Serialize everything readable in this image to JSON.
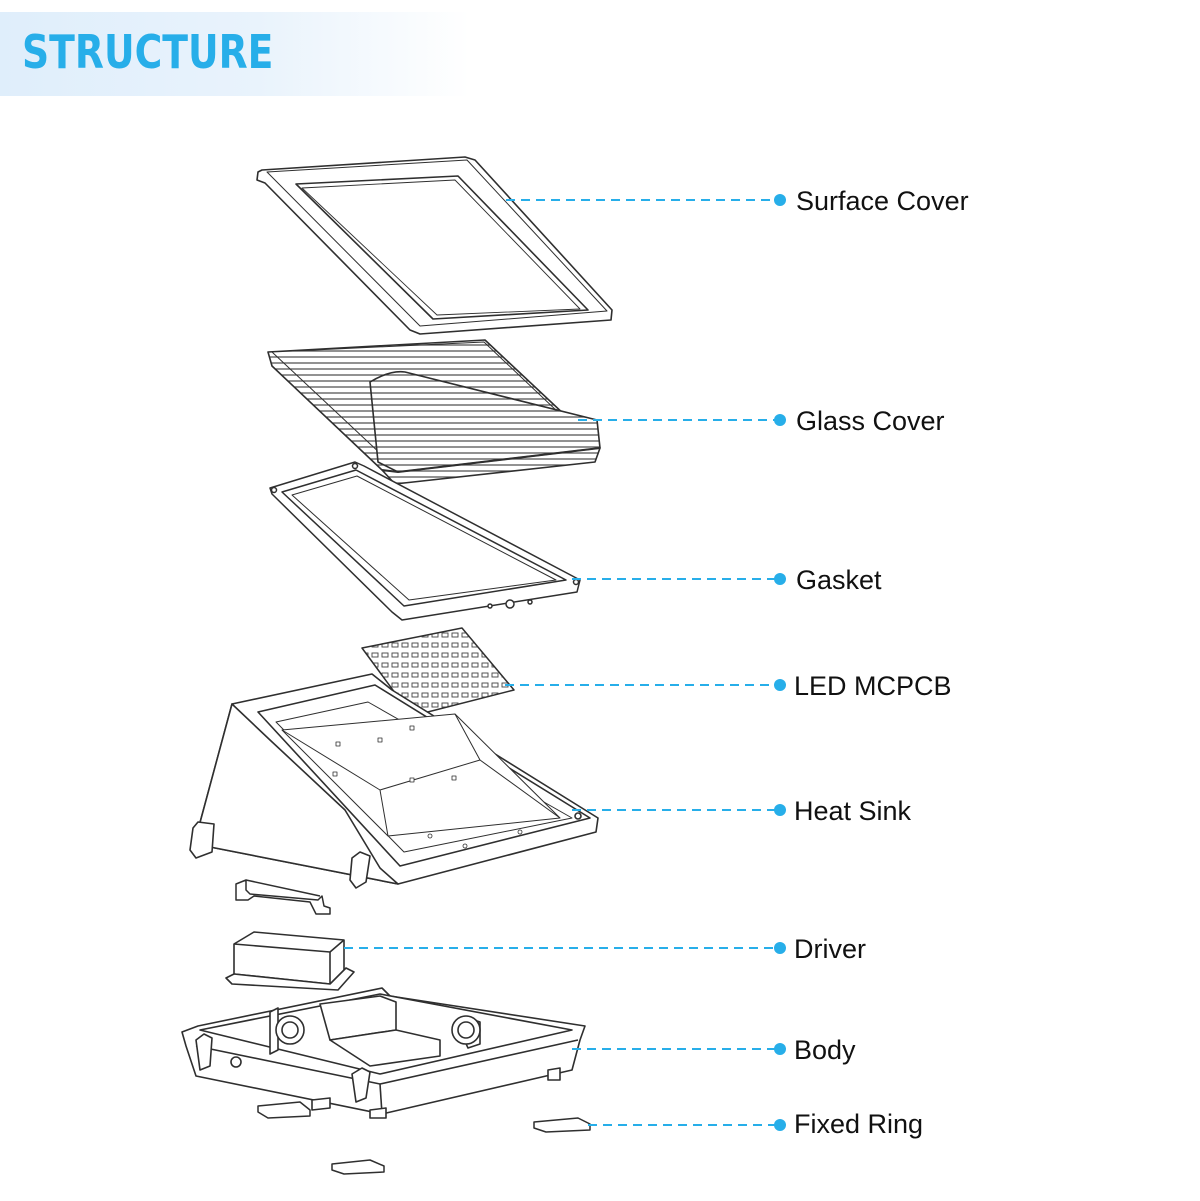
{
  "header": {
    "title": "STRUCTURE"
  },
  "colors": {
    "accent": "#27aee9",
    "line": "#2f2f2f",
    "fill": "#ffffff",
    "shade": "#e8e8e8"
  },
  "components": [
    {
      "id": "surface-cover",
      "label": "Surface Cover"
    },
    {
      "id": "glass-cover",
      "label": "Glass Cover"
    },
    {
      "id": "gasket",
      "label": "Gasket"
    },
    {
      "id": "led-mcpcb",
      "label": "LED MCPCB"
    },
    {
      "id": "heat-sink",
      "label": "Heat Sink"
    },
    {
      "id": "driver",
      "label": "Driver"
    },
    {
      "id": "body",
      "label": "Body"
    },
    {
      "id": "fixed-ring",
      "label": "Fixed Ring"
    }
  ]
}
